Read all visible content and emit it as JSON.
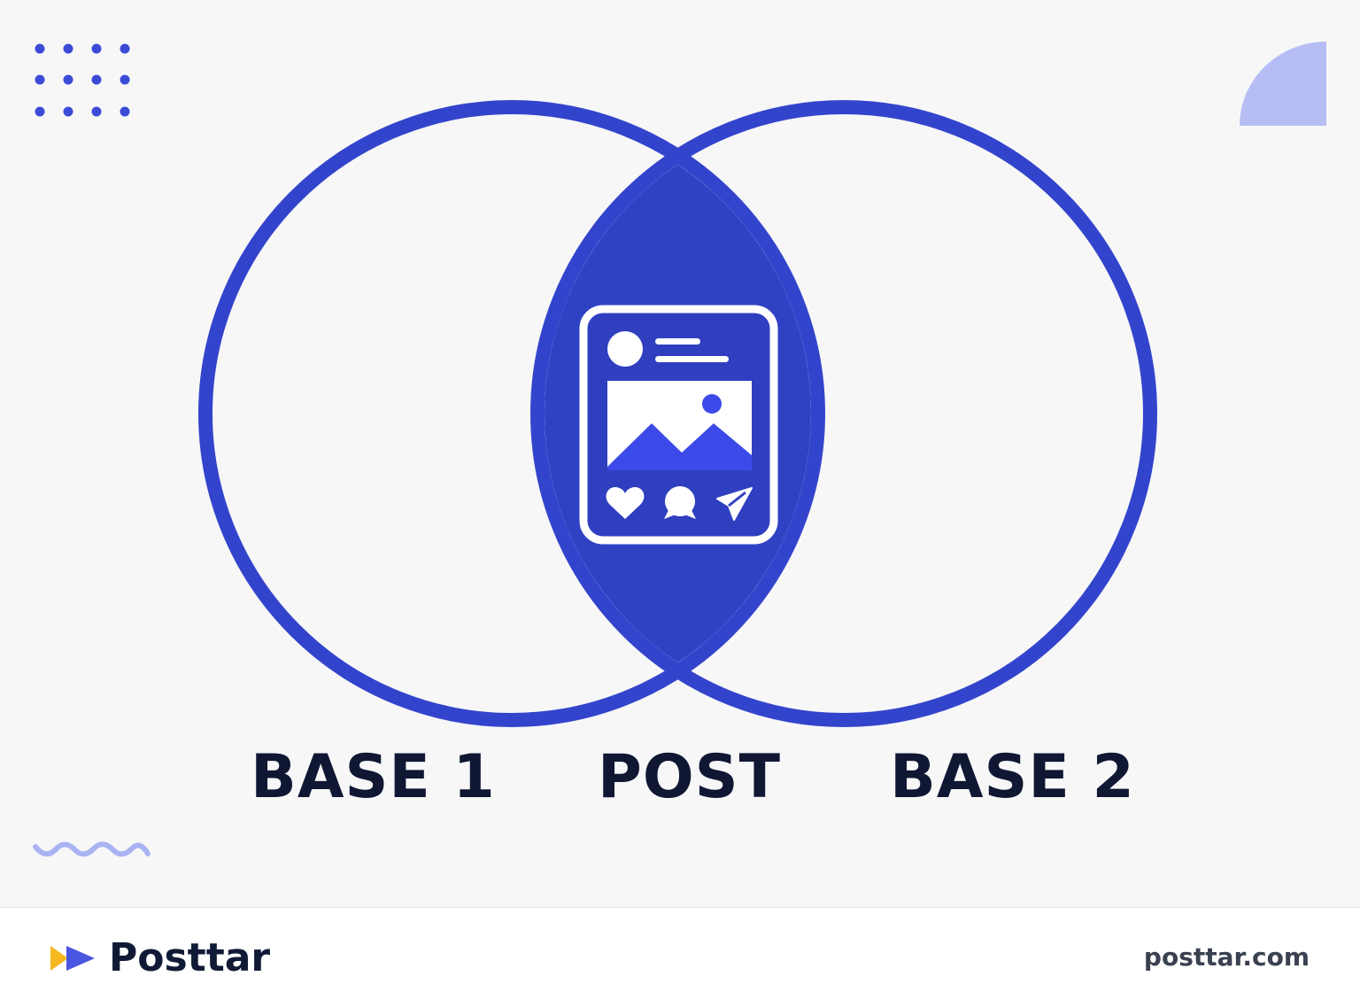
{
  "diagram": {
    "left_label": "BASE 1",
    "center_label": "POST",
    "right_label": "BASE 2"
  },
  "footer": {
    "brand_name": "Posttar",
    "site_url": "posttar.com"
  },
  "colors": {
    "primary": "#3344cc",
    "intersection": "#2f42c4",
    "accent_light": "#b6bdf5",
    "text_dark": "#0f1733",
    "logo_yellow": "#f5b820",
    "logo_blue": "#4a55e0"
  },
  "icons": {
    "post_card": "social-post-card-icon",
    "avatar": "avatar-icon",
    "image": "landscape-image-icon",
    "like": "heart-icon",
    "comment": "speech-bubble-icon",
    "share": "paper-plane-icon"
  }
}
